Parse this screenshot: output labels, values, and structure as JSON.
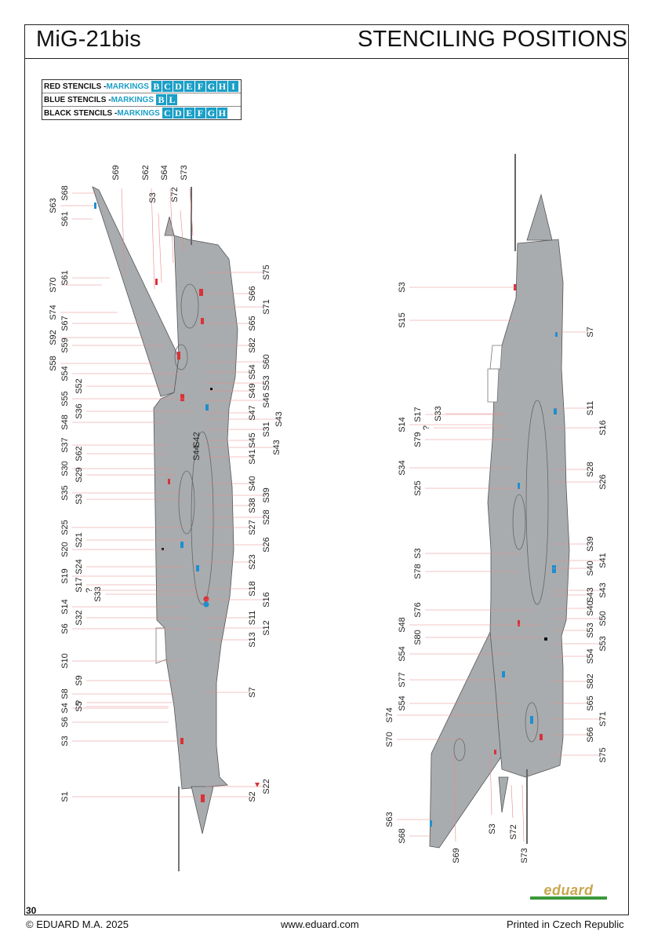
{
  "header": {
    "title_left": "MiG-21bis",
    "title_right": "STENCILING POSITIONS"
  },
  "legend": [
    {
      "label": "RED STENCILS - ",
      "markings_word": "MARKINGS",
      "markings": [
        "B",
        "C",
        "D",
        "E",
        "F",
        "G",
        "H",
        "I"
      ]
    },
    {
      "label": "BLUE STENCILS - ",
      "markings_word": "MARKINGS",
      "markings": [
        "B",
        "L"
      ]
    },
    {
      "label": "BLACK STENCILS - ",
      "markings_word": "MARKINGS",
      "markings": [
        "C",
        "D",
        "E",
        "F",
        "G",
        "H"
      ]
    }
  ],
  "colors": {
    "accent_blue": "#1a9fc7",
    "aircraft_grey": "#a9acae",
    "callout_line": "#e88a8a",
    "stencil_red": "#d9323a",
    "stencil_blue": "#1e8fd0"
  },
  "left_view": {
    "left_labels": [
      "S63",
      "S68",
      "S61",
      "S70",
      "S61",
      "S92",
      "S74",
      "S67",
      "S59",
      "S58",
      "S54",
      "S55",
      "S52",
      "S48",
      "S36",
      "S37",
      "S30",
      "S62",
      "S29",
      "S35",
      "S3",
      "S25",
      "S20",
      "S21",
      "S19",
      "S24",
      "S14",
      "S17",
      "?",
      "S33",
      "S32",
      "S6",
      "S10",
      "S9",
      "S4",
      "S8",
      "?",
      "S5",
      "S6",
      "S3",
      "S1"
    ],
    "top_labels": [
      "S69",
      "S62",
      "S3",
      "S64",
      "S72",
      "S73"
    ],
    "mid_labels": [
      "S44",
      "S42"
    ],
    "right_labels": [
      "S75",
      "S66",
      "S71",
      "S65",
      "S82",
      "S60",
      "S54",
      "S53",
      "S49",
      "S46",
      "S47",
      "S43",
      "S31",
      "S45",
      "S41",
      "S43",
      "S40",
      "S39",
      "S38",
      "S28",
      "S27",
      "S26",
      "S23",
      "S18",
      "S16",
      "S11",
      "S12",
      "S13",
      "S7",
      "S2",
      "S22"
    ]
  },
  "right_view": {
    "left_labels": [
      "S3",
      "S15",
      "S14",
      "S17",
      "?",
      "S33",
      "S79",
      "S34",
      "S25",
      "S3",
      "S78",
      "S76",
      "S48",
      "S80",
      "S54",
      "S77",
      "S54",
      "S74",
      "S70",
      "S63",
      "S68"
    ],
    "bottom_labels": [
      "S69",
      "S3",
      "S72",
      "S73"
    ],
    "right_labels": [
      "S7",
      "S11",
      "S16",
      "S28",
      "S26",
      "S39",
      "S40",
      "S41",
      "S43",
      "S43",
      "S40",
      "S50",
      "S53",
      "S53",
      "S54",
      "S82",
      "S65",
      "S71",
      "S66",
      "S75"
    ]
  },
  "footer": {
    "page_number": "30",
    "copyright": "© EDUARD M.A. 2025",
    "website": "www.eduard.com",
    "printed": "Printed in Czech Republic",
    "logo": "eduard"
  }
}
